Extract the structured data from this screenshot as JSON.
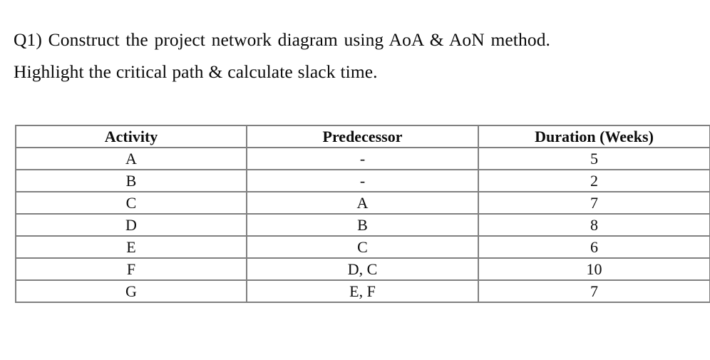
{
  "document": {
    "question": {
      "line_1": "Q1) Construct the project network diagram using AoA & AoN method.",
      "line_2": "Highlight the critical path & calculate slack time."
    }
  },
  "table": {
    "headers": {
      "activity": "Activity",
      "predecessor": "Predecessor",
      "duration": "Duration (Weeks)"
    },
    "rows": [
      {
        "activity": "A",
        "predecessor": "-",
        "duration": "5"
      },
      {
        "activity": "B",
        "predecessor": "-",
        "duration": "2"
      },
      {
        "activity": "C",
        "predecessor": "A",
        "duration": "7"
      },
      {
        "activity": "D",
        "predecessor": "B",
        "duration": "8"
      },
      {
        "activity": "E",
        "predecessor": "C",
        "duration": "6"
      },
      {
        "activity": "F",
        "predecessor": "D, C",
        "duration": "10"
      },
      {
        "activity": "G",
        "predecessor": "E, F",
        "duration": "7"
      }
    ]
  },
  "style": {
    "border_color": "#808080",
    "text_color": "#0d0d0d",
    "background": "#ffffff"
  }
}
